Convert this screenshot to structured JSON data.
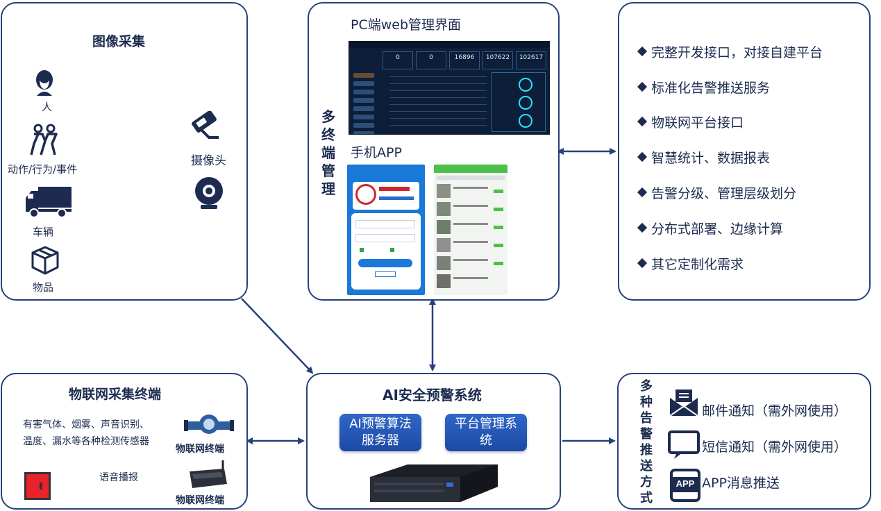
{
  "capture": {
    "title": "图像采集",
    "sources": [
      "人",
      "动作/行为/事件",
      "车辆",
      "物品"
    ],
    "camera_label": "摄像头"
  },
  "terminal": {
    "side_label": [
      "多",
      "终",
      "端",
      "管",
      "理"
    ],
    "pc_title": "PC端web管理界面",
    "app_title": "手机APP",
    "pc_stats": [
      "0",
      "0",
      "16896",
      "107622",
      "102617"
    ]
  },
  "features": {
    "items": [
      "完整开发接口，对接自建平台",
      "标准化告警推送服务",
      "物联网平台接口",
      "智慧统计、数据报表",
      "告警分级、管理层级划分",
      "分布式部署、边缘计算",
      "其它定制化需求"
    ]
  },
  "iot": {
    "title": "物联网采集终端",
    "sensors_line1": "有害气体、烟雾、声音识别、",
    "sensors_line2": "温度、漏水等各种检测传感器",
    "terminal_label_1": "物联网终端",
    "terminal_label_2": "物联网终端",
    "voice_label": "语音播报"
  },
  "core": {
    "title": "AI安全预警系统",
    "button_1_line1": "AI预警算法",
    "button_1_line2": "服务器",
    "button_2_line1": "平台管理系",
    "button_2_line2": "统"
  },
  "push": {
    "side_label": [
      "多",
      "种",
      "告",
      "警",
      "推",
      "送",
      "方",
      "式"
    ],
    "items": [
      "邮件通知（需外网使用）",
      "短信通知（需外网使用）",
      "APP消息推送"
    ],
    "app_icon_text": "APP"
  },
  "colors": {
    "border": "#27417a",
    "text": "#1c2b4f",
    "button": "#2458b8",
    "pc_screen": "#0d1e38"
  }
}
